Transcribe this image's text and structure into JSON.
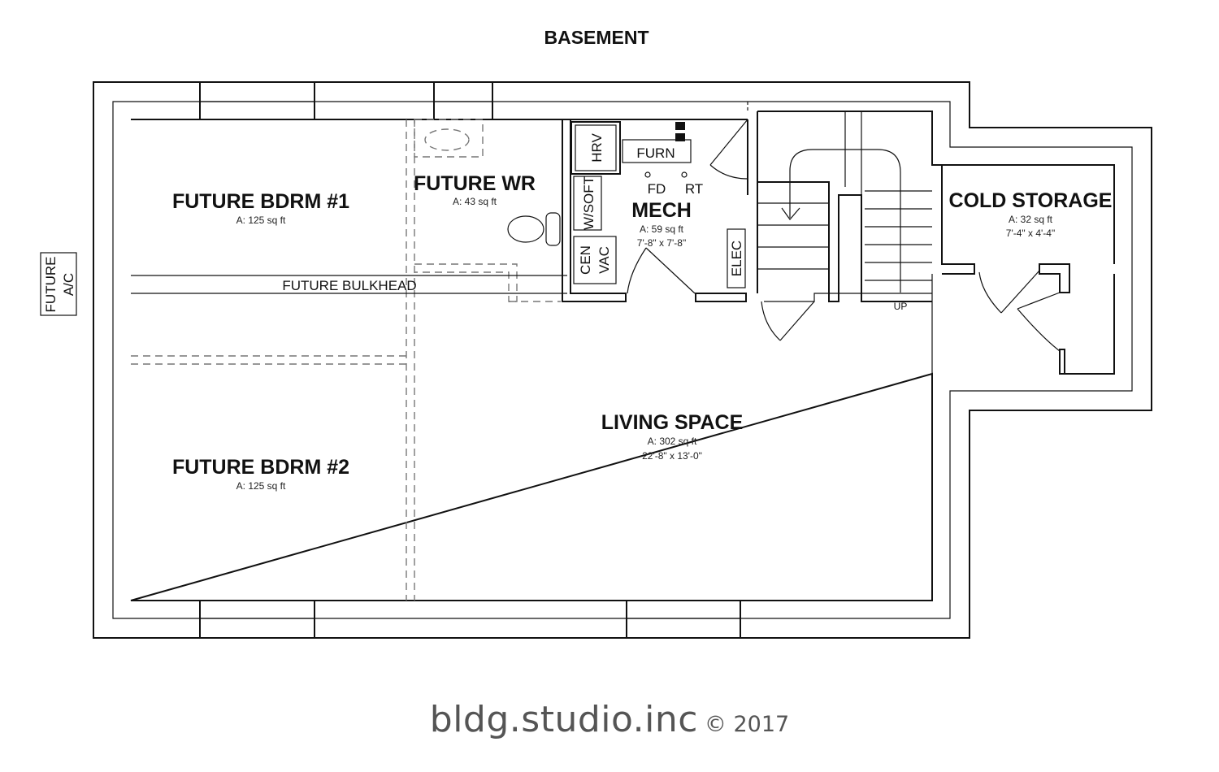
{
  "title": "BASEMENT",
  "rooms": {
    "bdrm1": {
      "name": "FUTURE BDRM #1",
      "area": "A: 125 sq ft"
    },
    "bdrm2": {
      "name": "FUTURE BDRM #2",
      "area": "A: 125 sq ft"
    },
    "wr": {
      "name": "FUTURE WR",
      "area": "A: 43 sq ft"
    },
    "mech": {
      "name": "MECH",
      "area": "A: 59 sq ft",
      "dims": "7'-8\" x 7'-8\""
    },
    "living": {
      "name": "LIVING SPACE",
      "area": "A: 302 sq ft",
      "dims": "22'-8\" x 13'-0\""
    },
    "cold": {
      "name": "COLD STORAGE",
      "area": "A: 32 sq ft",
      "dims": "7'-4\" x 4'-4\""
    }
  },
  "labels": {
    "bulkhead": "FUTURE BULKHEAD",
    "ac_line1": "FUTURE",
    "ac_line2": "A/C",
    "hrv": "HRV",
    "furn": "FURN",
    "wsoft": "W/SOFT",
    "fd": "FD",
    "rt": "RT",
    "cen": "CEN",
    "vac": "VAC",
    "elec": "ELEC",
    "up": "UP"
  },
  "footer": {
    "brand": "bldg.studio.inc",
    "copyright": "© 2017"
  }
}
